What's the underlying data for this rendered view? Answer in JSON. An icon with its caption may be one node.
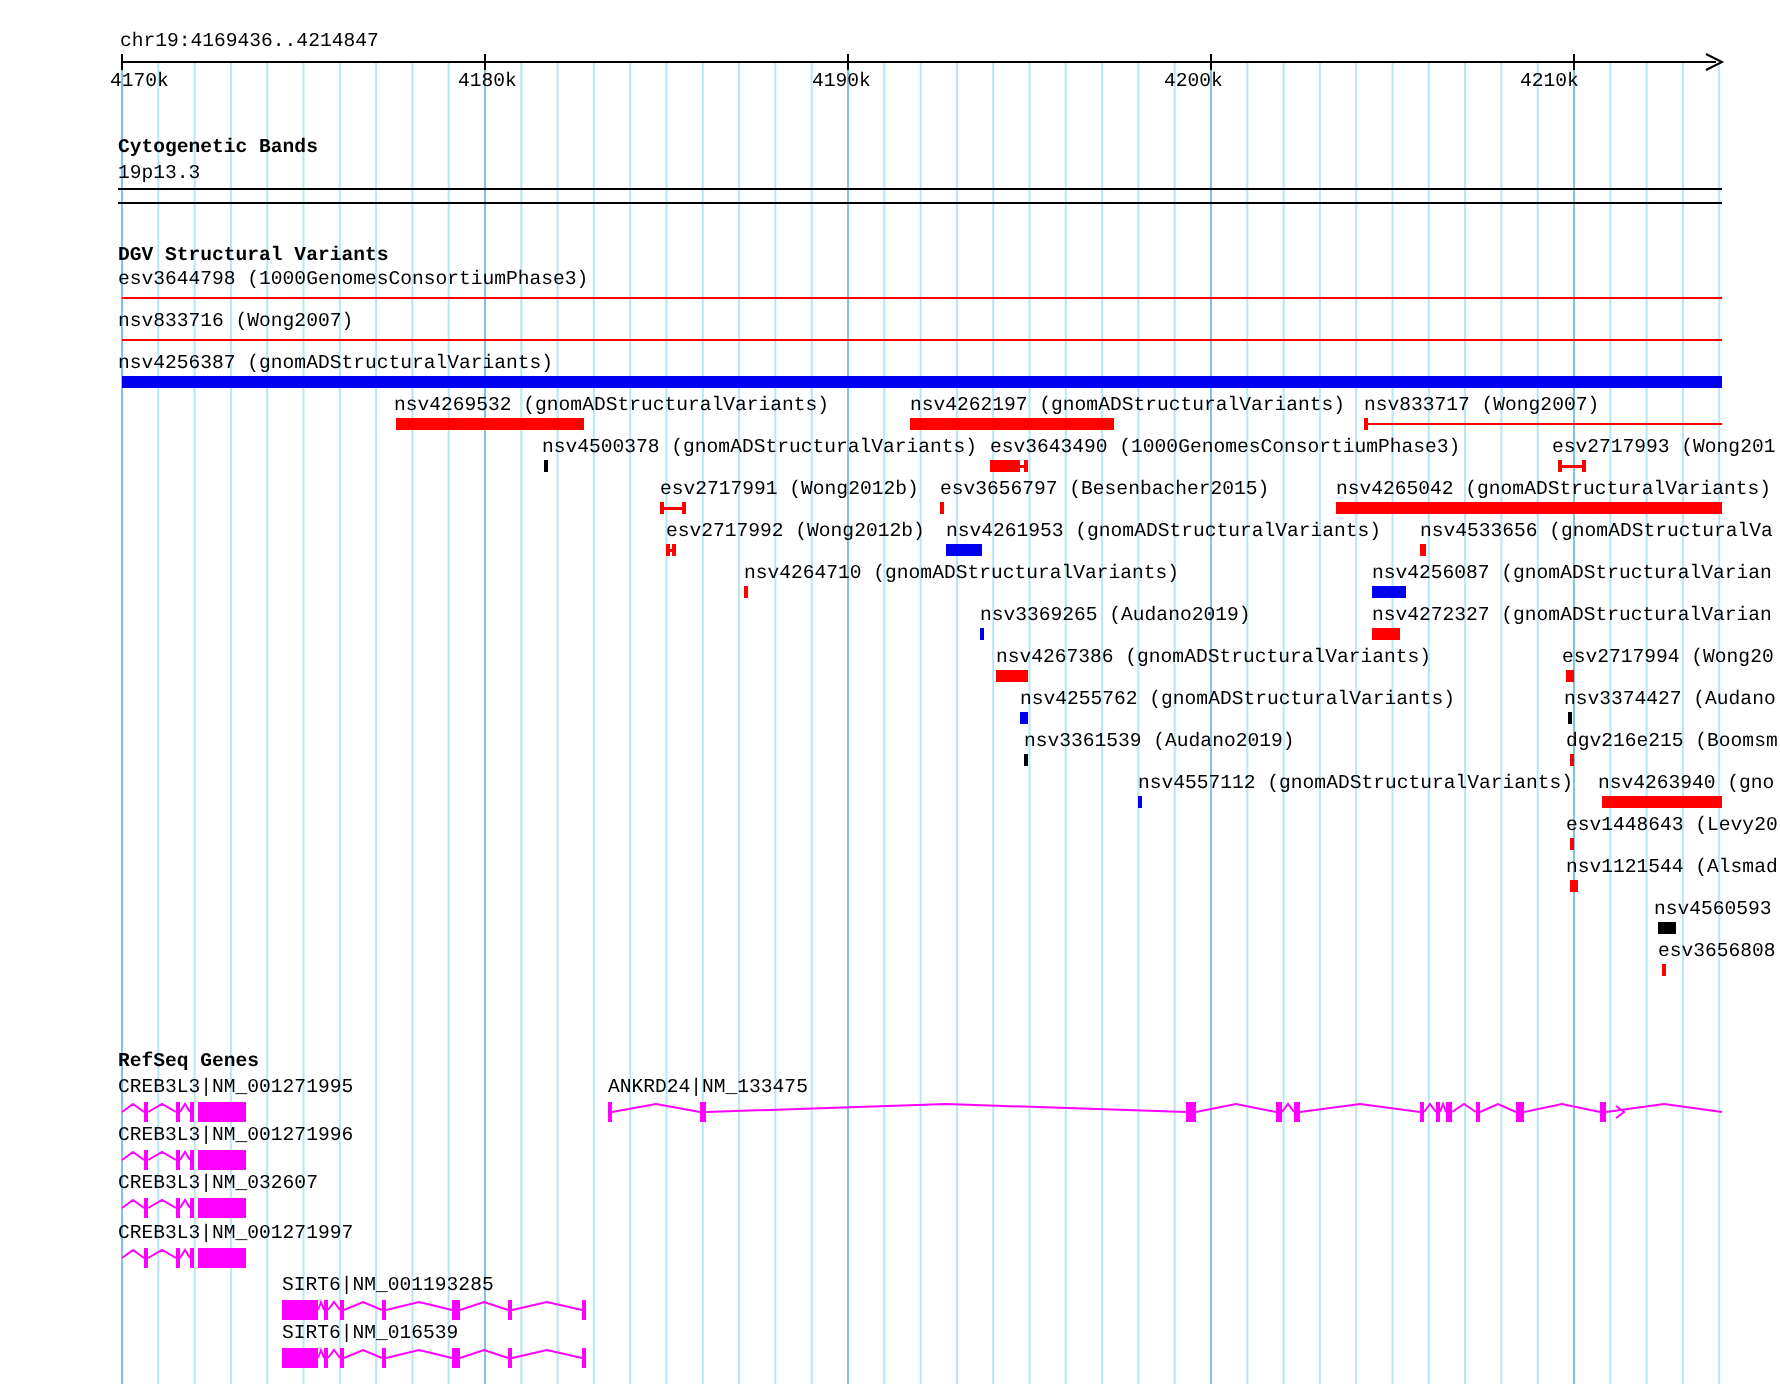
{
  "diagram": {
    "labels": [
      "chr19:4169436..4214847",
      "4170k",
      "4180k",
      "4190k",
      "4200k",
      "4210k",
      "Cytogenetic Bands",
      "19p13.3",
      "DGV Structural Variants",
      "esv3644798 (1000GenomesConsortiumPhase3)",
      "nsv833716 (Wong2007)",
      "nsv4256387 (gnomADStructuralVariants)",
      "nsv4269532 (gnomADStructuralVariants)",
      "nsv4262197 (gnomADStructuralVariants)",
      "nsv833717 (Wong2007)",
      "nsv4500378 (gnomADStructuralVariants)",
      "esv3643490 (1000GenomesConsortiumPhase3)",
      "esv2717993 (Wong201",
      "esv2717991 (Wong2012b)",
      "esv3656797 (Besenbacher2015)",
      "nsv4265042 (gnomADStructuralVariants)",
      "esv2717992 (Wong2012b)",
      "nsv4261953 (gnomADStructuralVariants)",
      "nsv4533656 (gnomADStructuralVa",
      "nsv4264710 (gnomADStructuralVariants)",
      "nsv4256087 (gnomADStructuralVarian",
      "nsv3369265 (Audano2019)",
      "nsv4272327 (gnomADStructuralVarian",
      "nsv4267386 (gnomADStructuralVariants)",
      "esv2717994 (Wong20",
      "nsv4255762 (gnomADStructuralVariants)",
      "nsv3374427 (Audano",
      "nsv3361539 (Audano2019)",
      "dgv216e215 (Boomsm",
      "nsv4557112 (gnomADStructuralVariants)",
      "nsv4263940 (gno",
      "esv1448643 (Levy20",
      "nsv1121544 (Alsmad",
      "nsv4560593",
      "esv3656808",
      "RefSeq Genes",
      "CREB3L3|NM_001271995",
      "ANKRD24|NM_133475",
      "CREB3L3|NM_001271996",
      "CREB3L3|NM_032607",
      "CREB3L3|NM_001271997",
      "SIRT6|NM_001193285",
      "SIRT6|NM_016539"
    ]
  }
}
